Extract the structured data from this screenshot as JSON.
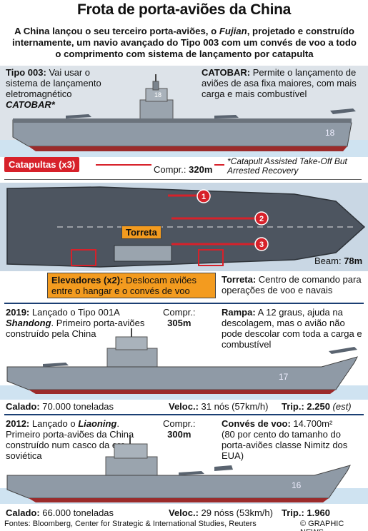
{
  "header": {
    "title": "Frota de porta-aviões da China",
    "subtitle_part1": "A China lançou o seu terceiro porta-aviões, o ",
    "subtitle_ship": "Fujian",
    "subtitle_part2": ", projetado e construído internamente, um navio avançado do Tipo 003 com um convés de voo a todo o comprimento com sistema de lançamento por catapulta"
  },
  "fujian": {
    "type_label": "Tipo 003:",
    "type_text": " Vai usar o sistema de lançamento eletromagnético ",
    "type_system": "CATOBAR*",
    "catobar_label": "CATOBAR:",
    "catobar_text": " Permite o lançamento de aviões de asa fixa maiores, com mais carga e mais combustível",
    "hull_number": "18",
    "catapults_label": "Catapultas (x3)",
    "footnote": "*Catapult Assisted Take-Off But Arrested Recovery",
    "length_label": "Compr.:",
    "length_value": "320m",
    "beam_label": "Beam:",
    "beam_value": "78m",
    "turret_label": "Torreta",
    "catapult_numbers": [
      "1",
      "2",
      "3"
    ],
    "elevators_label": "Elevadores (x2):",
    "elevators_text": " Deslocam aviões entre o hangar e o convés de voo",
    "turret_desc_label": "Torreta:",
    "turret_desc_text": " Centro de comando para operações de voo e navais"
  },
  "shandong": {
    "year": "2019:",
    "intro": " Lançado o Tipo 001A ",
    "name": "Shandong",
    "desc": ". Primeiro porta-aviões construído pela China",
    "length_label": "Compr.:",
    "length_value": "305m",
    "ramp_label": "Rampa:",
    "ramp_text": " A 12 graus, ajuda na descolagem, mas o avião não pode descolar com toda a carga e combustível",
    "hull_number": "17",
    "draft_label": "Calado:",
    "draft_value": " 70.000 toneladas",
    "speed_label": "Veloc.:",
    "speed_value": " 31 nós (57km/h)",
    "crew_label": "Trip.:",
    "crew_value": " 2.250 ",
    "crew_note": "(est)"
  },
  "liaoning": {
    "year": "2012:",
    "intro": " Lançado o ",
    "name": "Liaoning",
    "desc": ". Primeiro porta-aviões da China construído num casco da era soviética",
    "length_label": "Compr.:",
    "length_value": "300m",
    "deck_label": "Convés de voo:",
    "deck_value": " 14.700m²",
    "deck_text": "(80 por cento do tamanho do porta-aviões classe Nimitz dos EUA)",
    "hull_number": "16",
    "draft_label": "Calado:",
    "draft_value": " 66.000 toneladas",
    "speed_label": "Veloc.:",
    "speed_value": " 29 nóss (53km/h)",
    "crew_label": "Trip.:",
    "crew_value": " 1.960"
  },
  "footer": {
    "sources": "Fontes: Bloomberg, Center for Strategic & International Studies, Reuters",
    "credit": "© GRAPHIC NEWS"
  },
  "colors": {
    "accent": "#d7212a",
    "highlight": "#f39b1f",
    "hull": "#8f9aa6",
    "deck": "#4d5560",
    "sea": "#cfe3f1"
  }
}
